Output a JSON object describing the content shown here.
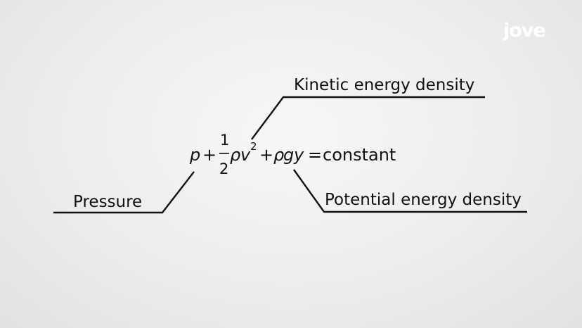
{
  "logo": {
    "text": "jove"
  },
  "equation": {
    "pressure": "p",
    "plus1": "+",
    "frac_num": "1",
    "frac_den": "2",
    "rho1": "ρ",
    "v": "v",
    "exp": "2",
    "plus2": "+",
    "rho2": "ρ",
    "g": "g",
    "y": "y",
    "equals": "=",
    "constant": "constant"
  },
  "labels": {
    "pressure": "Pressure",
    "kinetic": "Kinetic energy density",
    "potential": "Potential energy density"
  }
}
